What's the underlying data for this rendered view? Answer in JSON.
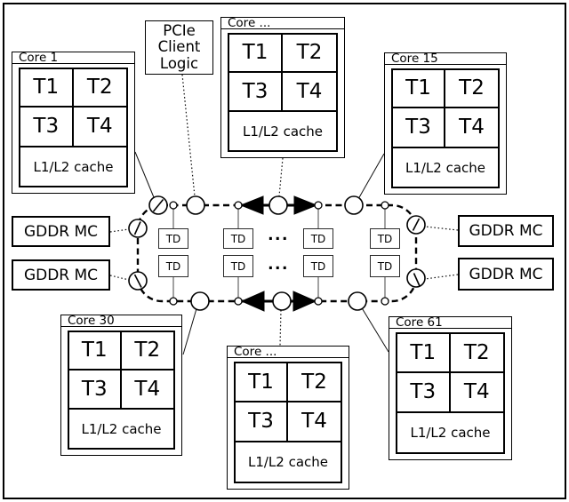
{
  "cores": [
    {
      "label": "Core 1",
      "threads": [
        "T1",
        "T2",
        "T3",
        "T4"
      ],
      "cache_label": "L1/L2 cache"
    },
    {
      "label": "Core ...",
      "threads": [
        "T1",
        "T2",
        "T3",
        "T4"
      ],
      "cache_label": "L1/L2 cache"
    },
    {
      "label": "Core 15",
      "threads": [
        "T1",
        "T2",
        "T3",
        "T4"
      ],
      "cache_label": "L1/L2 cache"
    },
    {
      "label": "Core 30",
      "threads": [
        "T1",
        "T2",
        "T3",
        "T4"
      ],
      "cache_label": "L1/L2 cache"
    },
    {
      "label": "Core ...",
      "threads": [
        "T1",
        "T2",
        "T3",
        "T4"
      ],
      "cache_label": "L1/L2 cache"
    },
    {
      "label": "Core 61",
      "threads": [
        "T1",
        "T2",
        "T3",
        "T4"
      ],
      "cache_label": "L1/L2 cache"
    }
  ],
  "pcie": {
    "lines": [
      "PCIe",
      "Client",
      "Logic"
    ]
  },
  "memory_controllers": [
    {
      "label": "GDDR MC"
    },
    {
      "label": "GDDR MC"
    },
    {
      "label": "GDDR MC"
    },
    {
      "label": "GDDR MC"
    }
  ],
  "tag_directory": {
    "label": "TD"
  },
  "ring": {
    "ellipsis": "...",
    "stroke_color": "#000000",
    "background_color": "#ffffff"
  }
}
